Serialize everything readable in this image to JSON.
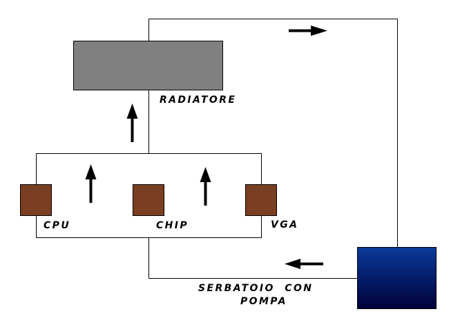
{
  "labels": {
    "radiator": "RADIATORE",
    "cpu": "CPU",
    "chip": "CHIP",
    "vga": "VGA",
    "tank_line1": "SERBATOIO  CON",
    "tank_line2": "POMPA"
  },
  "colors": {
    "radiator": "#808080",
    "component": "#7a3f22",
    "tank_light": "#0a3a9a",
    "tank_dark": "#00003a",
    "pipe": "#000000",
    "background": "#ffffff"
  }
}
